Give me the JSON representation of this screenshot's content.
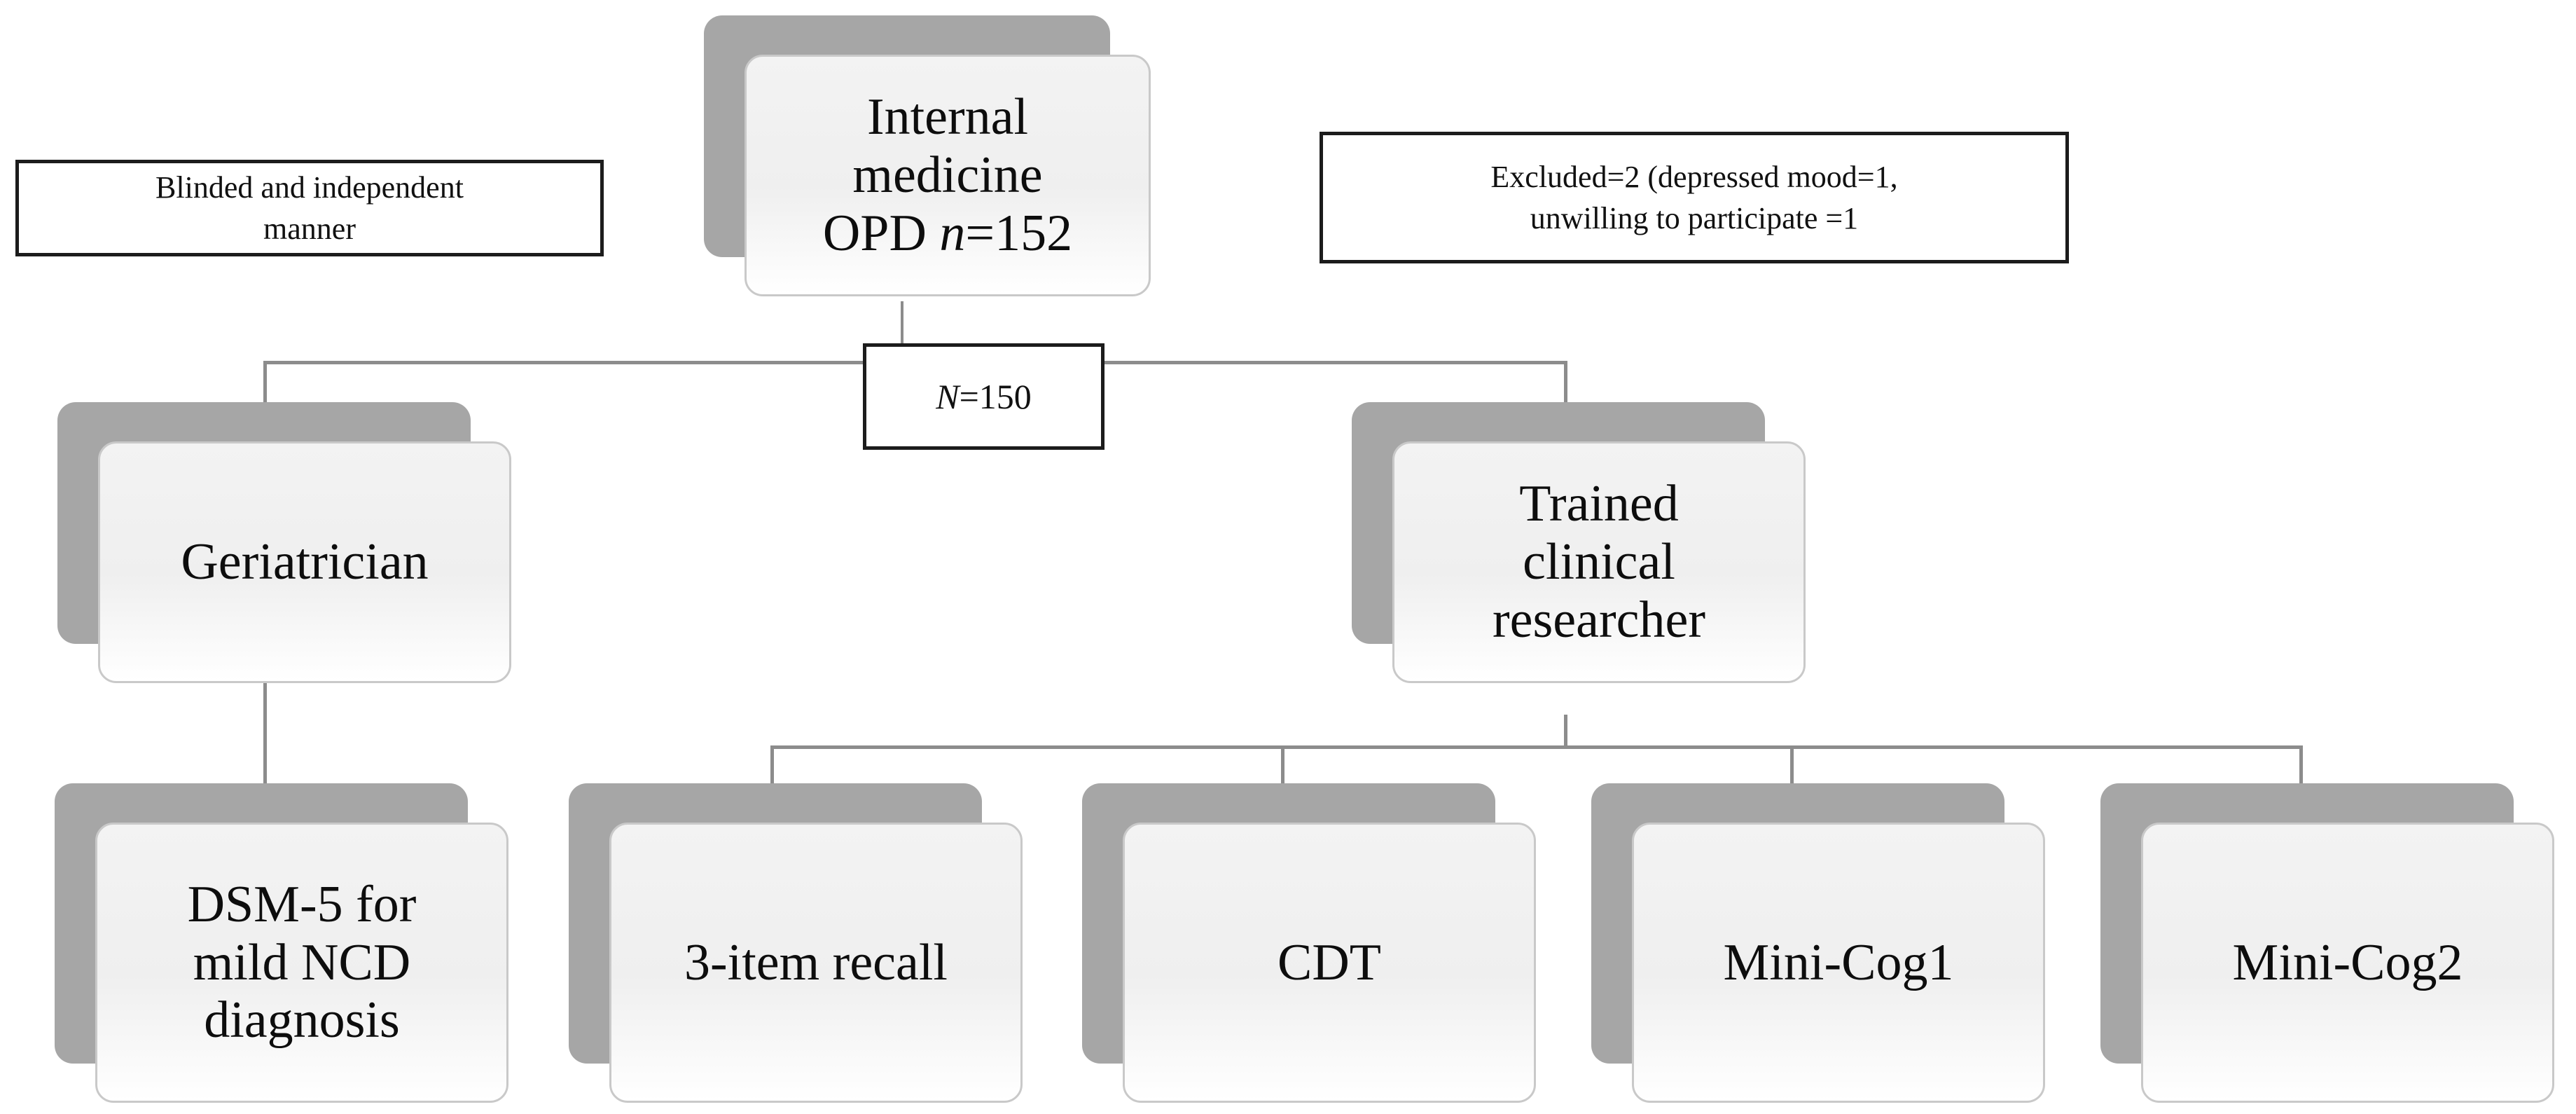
{
  "diagram": {
    "type": "study-flow-chart",
    "nodes": {
      "source": {
        "label": "Internal\nmedicine\nOPD n=152",
        "plain_label": "Internal medicine OPD n=152",
        "italic_token": "n"
      },
      "geriatrician": {
        "label": "Geriatrician"
      },
      "researcher": {
        "label": "Trained\nclinical\nresearcher"
      },
      "dsm5": {
        "label": "DSM-5 for\nmild NCD\ndiagnosis"
      },
      "recall": {
        "label": "3-item recall"
      },
      "cdt": {
        "label": "CDT"
      },
      "minicog1": {
        "label": "Mini-Cog1"
      },
      "minicog2": {
        "label": "Mini-Cog2"
      }
    },
    "notes": {
      "blinding": {
        "label": "Blinded and independent\nmanner"
      },
      "excluded": {
        "label": "Excluded=2 (depressed mood=1,\nunwilling to participate =1"
      }
    },
    "counts": {
      "enrolled": {
        "label": "N=150",
        "italic_token": "N",
        "value": 150
      },
      "screened_value": 152,
      "excluded_value": 2
    },
    "colors": {
      "shadow_gray": "#a6a6a6",
      "face_fill": "#f1f1f1",
      "face_border": "#c9c9c9",
      "connector_gray": "#8c8c8c",
      "note_border": "#1c1c1c",
      "text": "#0d0d0d",
      "background": "#ffffff"
    }
  }
}
